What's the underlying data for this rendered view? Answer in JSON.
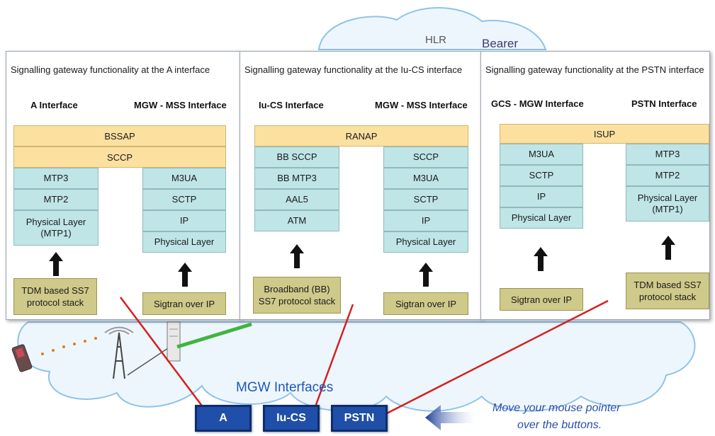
{
  "cloud_labels": {
    "hlr": "HLR",
    "bearer": "Bearer"
  },
  "footer": {
    "title": "MGW Interfaces",
    "hint_line1": "Move your mouse pointer",
    "hint_line2": "over the buttons."
  },
  "buttons": {
    "a": "A",
    "iucs": "Iu-CS",
    "pstn": "PSTN"
  },
  "panel_a": {
    "title": "Signalling gateway functionality at the A interface",
    "left_head": "A Interface",
    "right_head": "MGW - MSS Interface",
    "shared": [
      "BSSAP",
      "SCCP"
    ],
    "left": [
      "MTP3",
      "MTP2",
      "Physical Layer\n(MTP1)"
    ],
    "right": [
      "M3UA",
      "SCTP",
      "IP",
      "Physical Layer"
    ],
    "left_source": "TDM based SS7\nprotocol stack",
    "right_source": "Sigtran over IP"
  },
  "panel_iucs": {
    "title": "Signalling gateway functionality at the Iu-CS interface",
    "left_head": "Iu-CS Interface",
    "right_head": "MGW - MSS Interface",
    "shared": [
      "RANAP"
    ],
    "left": [
      "BB SCCP",
      "BB MTP3",
      "AAL5",
      "ATM"
    ],
    "right": [
      "SCCP",
      "M3UA",
      "SCTP",
      "IP",
      "Physical Layer"
    ],
    "left_source": "Broadband (BB)\nSS7 protocol stack",
    "right_source": "Sigtran over IP"
  },
  "panel_pstn": {
    "title": "Signalling gateway functionality at the PSTN interface",
    "left_head": "GCS - MGW Interface",
    "right_head": "PSTN Interface",
    "shared": [
      "ISUP"
    ],
    "left": [
      "M3UA",
      "SCTP",
      "IP",
      "Physical Layer"
    ],
    "right": [
      "MTP3",
      "MTP2",
      "Physical Layer\n(MTP1)"
    ],
    "left_source": "Sigtran over IP",
    "right_source": "TDM based SS7\nprotocol stack"
  },
  "colors": {
    "protocol_cell": "#bfe5e7",
    "shared_cell": "#fbe0a0",
    "source_box": "#cfc98a",
    "button": "#1f4fa8",
    "connector_line": "#d42020"
  },
  "icons": [
    "cloud-background",
    "mobile-phone-icon",
    "antenna-tower-icon",
    "media-gateway-icon",
    "up-arrow-icon",
    "left-arrow-icon"
  ]
}
